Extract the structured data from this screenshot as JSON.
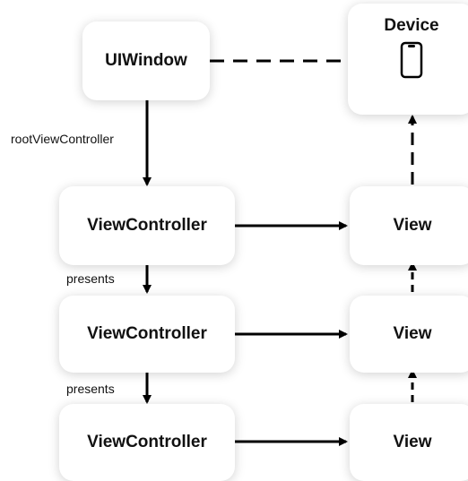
{
  "nodes": {
    "window": "UIWindow",
    "device": "Device",
    "vc1": "ViewController",
    "vc2": "ViewController",
    "vc3": "ViewController",
    "view1": "View",
    "view2": "View",
    "view3": "View"
  },
  "edge_labels": {
    "root": "rootViewController",
    "presents1": "presents",
    "presents2": "presents"
  },
  "icons": {
    "device": "smartphone-icon"
  },
  "colors": {
    "line": "#000000",
    "node_bg": "#ffffff",
    "text": "#111111"
  }
}
